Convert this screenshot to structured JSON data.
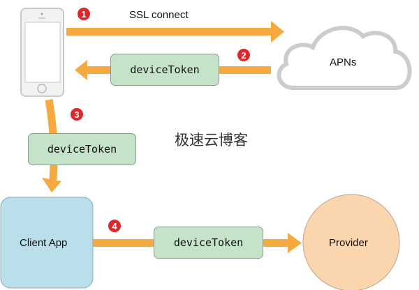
{
  "labels": {
    "ssl": "SSL connect",
    "apns": "APNs",
    "client": "Client App",
    "provider": "Provider",
    "watermark": "极速云博客"
  },
  "tokens": [
    "deviceToken",
    "deviceToken",
    "deviceToken"
  ],
  "steps": [
    "1",
    "2",
    "3",
    "4"
  ],
  "colors": {
    "arrow": "#f5a93f",
    "token_box": "#c4e3c9",
    "client_box": "#b9dfea",
    "provider": "#fbd5ad",
    "badge": "#e0262b",
    "cloud": "#cccccc"
  }
}
